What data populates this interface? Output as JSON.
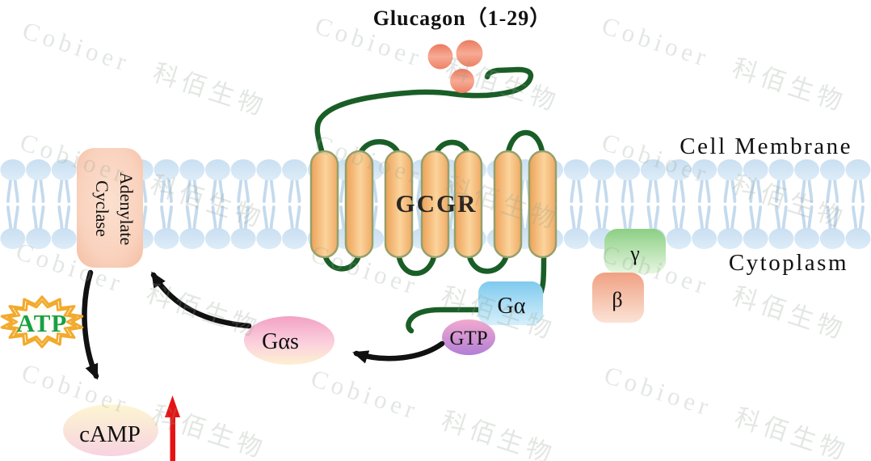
{
  "title": "Glucagon（1-29）",
  "membrane": {
    "outside_label": "Cell Membrane",
    "inside_label": "Cytoplasm"
  },
  "receptor": {
    "label": "GCGR"
  },
  "enzyme": {
    "line1": "Adenylate",
    "line2": "Cyclase"
  },
  "g_protein": {
    "alpha": "Gα",
    "beta": "β",
    "gamma": "γ",
    "gas": "Gαs",
    "gtp": "GTP"
  },
  "molecules": {
    "atp": "ATP",
    "camp": "cAMP"
  },
  "watermark": {
    "text": "Cobioer 科佰生物"
  },
  "colors": {
    "loop_green": "#1A5E27",
    "helix_orange": "#F5BE7E",
    "membrane_blue": "#CCE2F2",
    "atp_green": "#18A045",
    "arrow_red": "#E51313",
    "gtp_purple": "#C08BD8",
    "galpha_blue": "#8FD2F0",
    "gas_pink": "#F3A8C8",
    "camp_yellow": "#FBF3D0",
    "enzyme_peach": "#F5BC9F",
    "gamma_green": "#9BD48F",
    "beta_peach": "#F3A98B",
    "glucagon_salmon": "#F08C72"
  }
}
